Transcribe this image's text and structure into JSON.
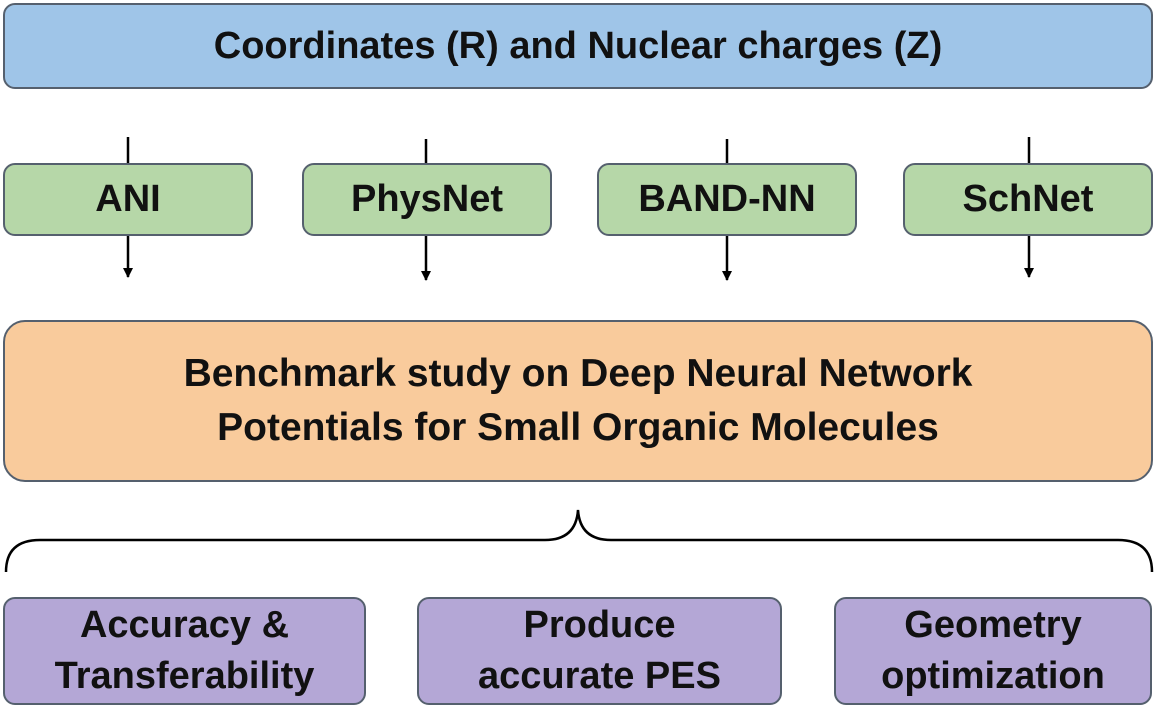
{
  "colors": {
    "input_fill": "#9fc5e8",
    "model_fill": "#b6d7a8",
    "main_fill": "#f9cb9c",
    "goal_fill": "#b4a7d6",
    "border": "#55606e",
    "arrow": "#000000"
  },
  "input": {
    "label": "Coordinates (R) and Nuclear charges (Z)"
  },
  "models": [
    {
      "label": "ANI"
    },
    {
      "label": "PhysNet"
    },
    {
      "label": "BAND-NN"
    },
    {
      "label": "SchNet"
    }
  ],
  "study": {
    "line1": "Benchmark study on Deep Neural Network",
    "line2": "Potentials for Small Organic Molecules"
  },
  "goals": [
    {
      "line1": "Accuracy &",
      "line2": "Transferability"
    },
    {
      "line1": "Produce",
      "line2": "accurate PES"
    },
    {
      "line1": "Geometry",
      "line2": "optimization"
    }
  ]
}
